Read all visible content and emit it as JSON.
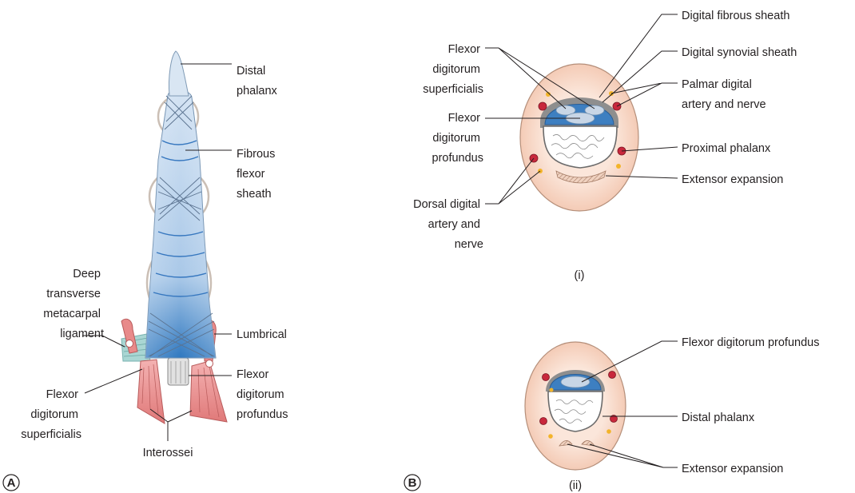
{
  "panelA": {
    "letter": "A",
    "labels": {
      "distal_phalanx": [
        "Distal",
        "phalanx"
      ],
      "fibrous_flexor_sheath": [
        "Fibrous",
        "flexor",
        "sheath"
      ],
      "deep_transverse_metacarpal_ligament": [
        "Deep",
        "transverse",
        "metacarpal",
        "ligament"
      ],
      "lumbrical": [
        "Lumbrical"
      ],
      "flexor_digitorum_superficialis": [
        "Flexor",
        "digitorum",
        "superficialis"
      ],
      "flexor_digitorum_profundus": [
        "Flexor",
        "digitorum",
        "profundus"
      ],
      "interossei": [
        "Interossei"
      ]
    }
  },
  "panelB": {
    "letter": "B",
    "section_i": {
      "caption": "(i)",
      "labels": {
        "flexor_digitorum_superficialis": [
          "Flexor",
          "digitorum",
          "superficialis"
        ],
        "flexor_digitorum_profundus": [
          "Flexor",
          "digitorum",
          "profundus"
        ],
        "dorsal_digital_artery_and_nerve": [
          "Dorsal digital",
          "artery and",
          "nerve"
        ],
        "digital_fibrous_sheath": [
          "Digital fibrous sheath"
        ],
        "digital_synovial_sheath": [
          "Digital synovial sheath"
        ],
        "palmar_digital_artery_and_nerve": [
          "Palmar digital",
          "artery and nerve"
        ],
        "proximal_phalanx": [
          "Proximal phalanx"
        ],
        "extensor_expansion": [
          "Extensor expansion"
        ]
      }
    },
    "section_ii": {
      "caption": "(ii)",
      "labels": {
        "flexor_digitorum_profundus": [
          "Flexor digitorum profundus"
        ],
        "distal_phalanx": [
          "Distal phalanx"
        ],
        "extensor_expansion": [
          "Extensor expansion"
        ]
      }
    }
  },
  "colors": {
    "sheath_blue": "#aecbe8",
    "tendon_blue": "#3d7fc1",
    "skin": "#f8dccc",
    "artery_red": "#c8283c",
    "nerve_yellow": "#f3b42a",
    "muscle_red": "#e88a8a",
    "ligament_teal": "#a9d6d3"
  }
}
